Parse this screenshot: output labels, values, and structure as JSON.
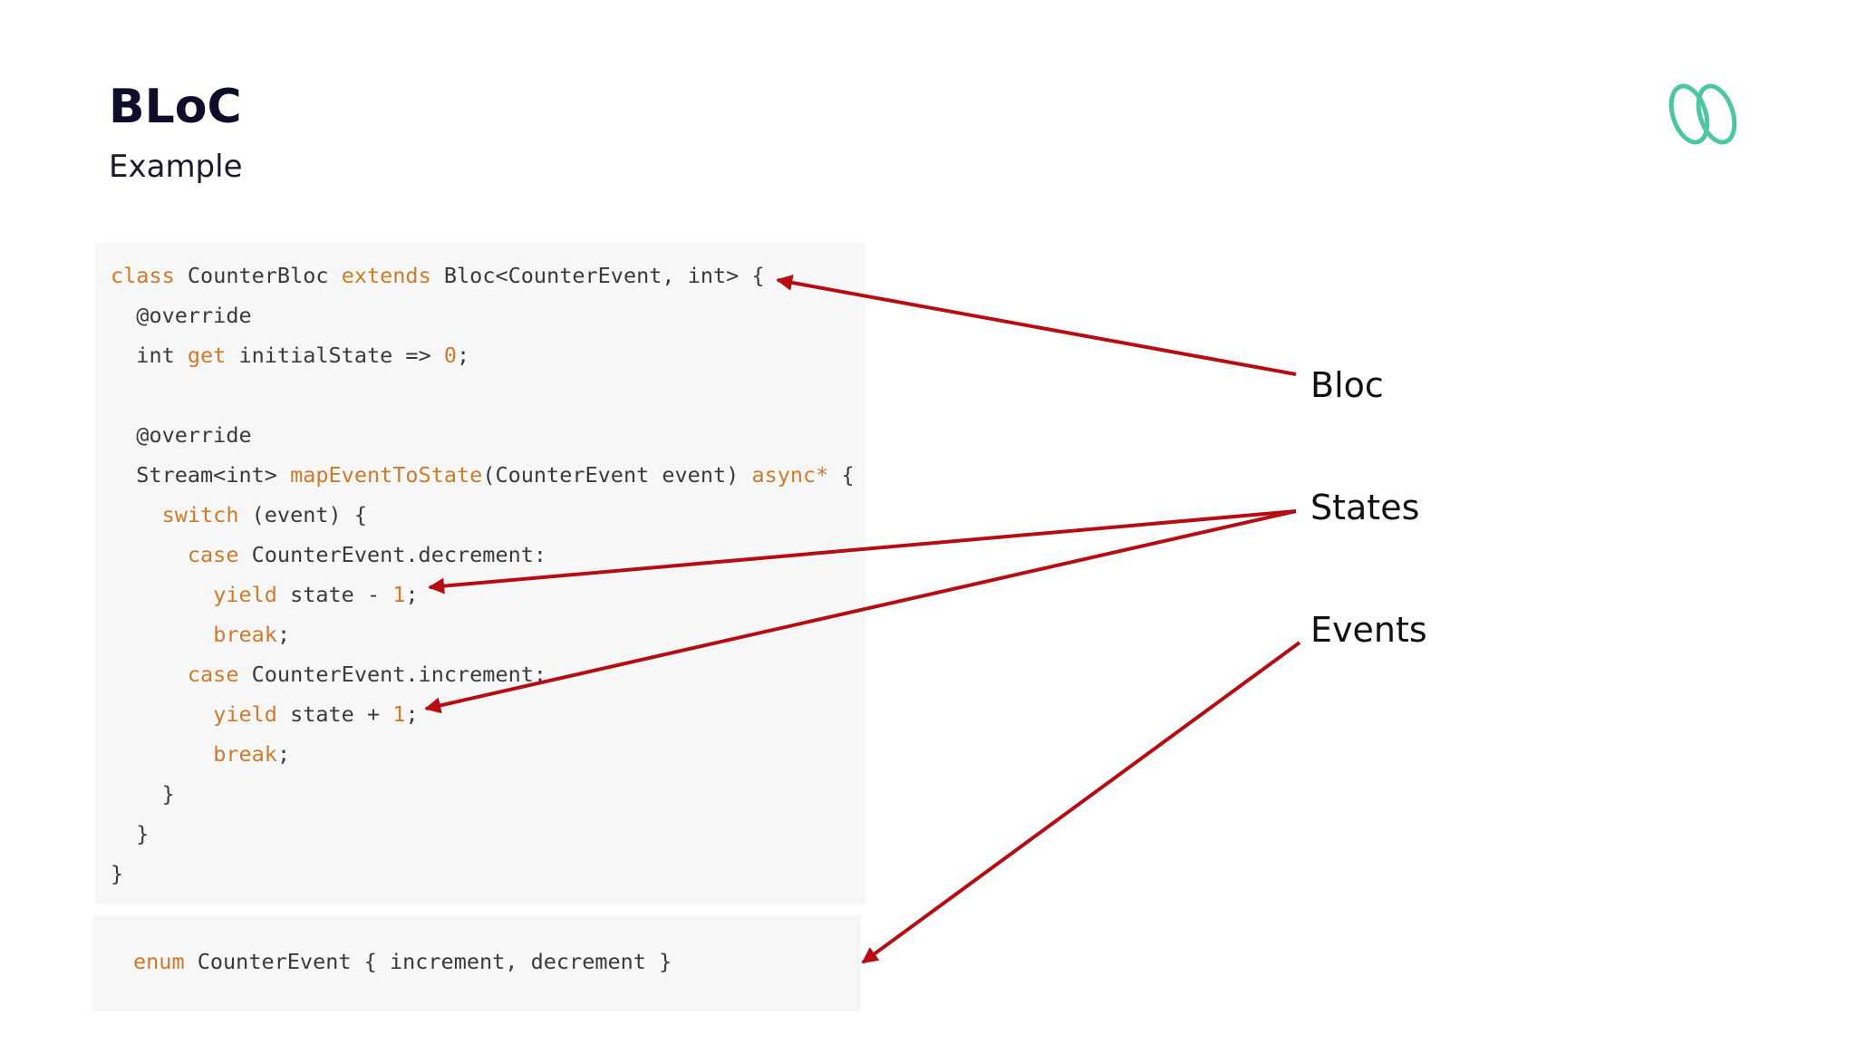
{
  "slide": {
    "title": "BLoC",
    "subtitle": "Example"
  },
  "code": {
    "lines": [
      [
        {
          "t": "class",
          "k": true
        },
        {
          "t": " CounterBloc "
        },
        {
          "t": "extends",
          "k": true
        },
        {
          "t": " Bloc<CounterEvent, int> {"
        }
      ],
      [
        {
          "t": "  @override"
        }
      ],
      [
        {
          "t": "  int "
        },
        {
          "t": "get",
          "k": true
        },
        {
          "t": " initialState => "
        },
        {
          "t": "0",
          "k": true
        },
        {
          "t": ";"
        }
      ],
      [],
      [
        {
          "t": "  @override"
        }
      ],
      [
        {
          "t": "  Stream<int> "
        },
        {
          "t": "mapEventToState",
          "k": true
        },
        {
          "t": "(CounterEvent event) "
        },
        {
          "t": "async*",
          "k": true
        },
        {
          "t": " {"
        }
      ],
      [
        {
          "t": "    "
        },
        {
          "t": "switch",
          "k": true
        },
        {
          "t": " (event) {"
        }
      ],
      [
        {
          "t": "      "
        },
        {
          "t": "case",
          "k": true
        },
        {
          "t": " CounterEvent.decrement:"
        }
      ],
      [
        {
          "t": "        "
        },
        {
          "t": "yield",
          "k": true
        },
        {
          "t": " state - "
        },
        {
          "t": "1",
          "k": true
        },
        {
          "t": ";"
        }
      ],
      [
        {
          "t": "        "
        },
        {
          "t": "break",
          "k": true
        },
        {
          "t": ";"
        }
      ],
      [
        {
          "t": "      "
        },
        {
          "t": "case",
          "k": true
        },
        {
          "t": " CounterEvent.increment:"
        }
      ],
      [
        {
          "t": "        "
        },
        {
          "t": "yield",
          "k": true
        },
        {
          "t": " state + "
        },
        {
          "t": "1",
          "k": true
        },
        {
          "t": ";"
        }
      ],
      [
        {
          "t": "        "
        },
        {
          "t": "break",
          "k": true
        },
        {
          "t": ";"
        }
      ],
      [
        {
          "t": "    }"
        }
      ],
      [
        {
          "t": "  }"
        }
      ],
      [
        {
          "t": "}"
        }
      ]
    ],
    "enum_line": [
      {
        "t": "enum",
        "k": true
      },
      {
        "t": " CounterEvent { increment, decrement }"
      }
    ]
  },
  "labels": {
    "bloc": "Bloc",
    "states": "States",
    "events": "Events"
  },
  "colors": {
    "arrow": "#b50d12",
    "keyword": "#cf7a2b",
    "logo": "#4cc7a0"
  },
  "icons": {
    "logo": "brand-logo-icon"
  }
}
